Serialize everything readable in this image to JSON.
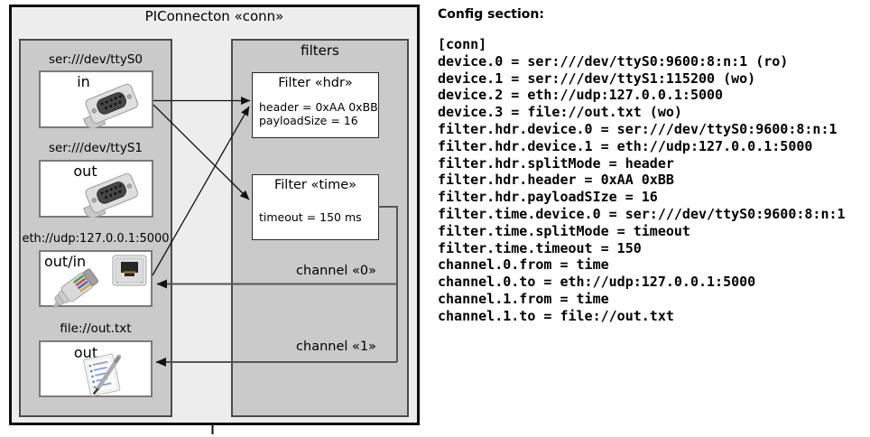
{
  "diagram": {
    "title": "PIConnecton «conn»",
    "devices": [
      {
        "label": "ser:///dev/ttyS0",
        "port": "in",
        "icon": "serial-connector-icon"
      },
      {
        "label": "ser:///dev/ttyS1",
        "port": "out",
        "icon": "serial-connector-icon"
      },
      {
        "label": "eth://udp:127.0.0.1:5000",
        "port": "out/in",
        "icon": "ethernet-connector-icon"
      },
      {
        "label": "file://out.txt",
        "port": "out",
        "icon": "notepad-icon"
      }
    ],
    "filters_panel": {
      "title": "filters",
      "filters": [
        {
          "title": "Filter «hdr»",
          "properties": [
            "header = 0xAA 0xBB",
            "payloadSize = 16"
          ]
        },
        {
          "title": "Filter «time»",
          "properties": [
            "timeout = 150 ms"
          ]
        }
      ]
    },
    "channels": [
      {
        "label": "channel «0»"
      },
      {
        "label": "channel «1»"
      }
    ]
  },
  "config": {
    "heading": "Config section:",
    "lines": [
      "[conn]",
      "device.0 = ser:///dev/ttyS0:9600:8:n:1 (ro)",
      "device.1 = ser:///dev/ttyS1:115200 (wo)",
      "device.2 = eth://udp:127.0.0.1:5000",
      "device.3 = file://out.txt (wo)",
      "filter.hdr.device.0 = ser:///dev/ttyS0:9600:8:n:1",
      "filter.hdr.device.1 = eth://udp:127.0.0.1:5000",
      "filter.hdr.splitMode = header",
      "filter.hdr.header = 0xAA 0xBB",
      "filter.hdr.payloadSIze = 16",
      "filter.time.device.0 = ser:///dev/ttyS0:9600:8:n:1",
      "filter.time.splitMode = timeout",
      "filter.time.timeout = 150",
      "channel.0.from = time",
      "channel.0.to = eth://udp:127.0.0.1:5000",
      "channel.1.from = time",
      "channel.1.to = file://out.txt"
    ]
  },
  "colors": {
    "outer_fill": "#ededed",
    "panel_fill": "#cacaca",
    "device_box_border": "#7b7b7b",
    "arrow_line": "#111111",
    "channel_line": "#565656"
  }
}
